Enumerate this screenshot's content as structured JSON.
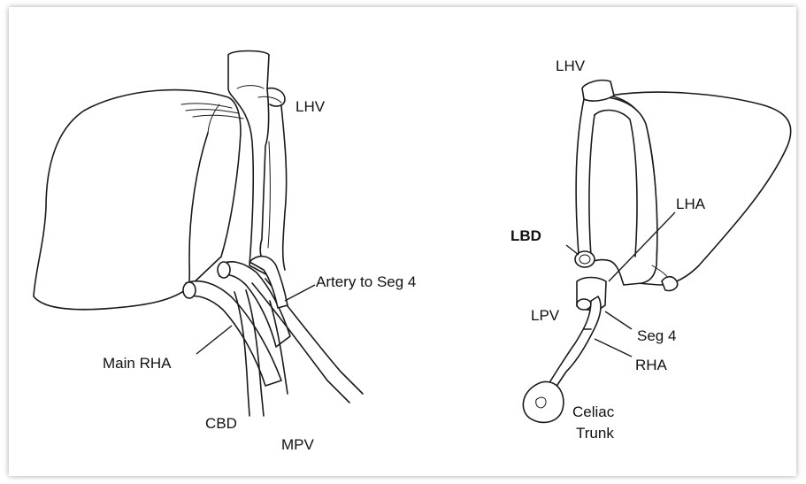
{
  "left_panel": {
    "labels": {
      "lhv": "LHV",
      "artery_seg4": "Artery to Seg 4",
      "main_rha": "Main RHA",
      "cbd": "CBD",
      "mpv": "MPV"
    }
  },
  "right_panel": {
    "labels": {
      "lhv": "LHV",
      "lha": "LHA",
      "lbd": "LBD",
      "lpv": "LPV",
      "seg4": "Seg 4",
      "rha": "RHA",
      "celiac_line1": "Celiac",
      "celiac_line2": "Trunk"
    }
  }
}
